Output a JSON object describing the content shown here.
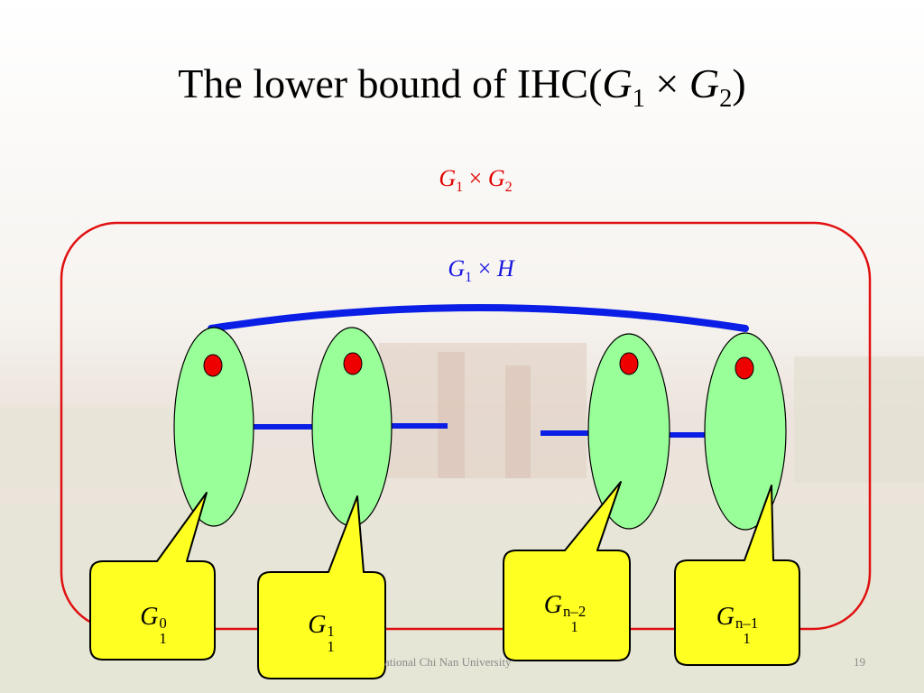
{
  "slide": {
    "title_prefix": "The lower bound of IHC(",
    "title_g1": "G",
    "title_sub1": "1",
    "title_times": " × ",
    "title_g2": "G",
    "title_sub2": "2",
    "title_suffix": ")"
  },
  "labels": {
    "outer": {
      "g": "G",
      "sub1": "1",
      "times": " × ",
      "g2": "G",
      "sub2": "2",
      "color": "#e00000"
    },
    "inner": {
      "g": "G",
      "sub1": "1",
      "times": " × ",
      "h": "H",
      "color": "#1515e0"
    }
  },
  "callouts": [
    {
      "base": "G",
      "sub": "1",
      "sup": "0"
    },
    {
      "base": "G",
      "sub": "1",
      "sup": "1"
    },
    {
      "base": "G",
      "sub": "1",
      "sup": "n–2"
    },
    {
      "base": "G",
      "sub": "1",
      "sup": "n–1"
    }
  ],
  "colors": {
    "ellipse_fill": "#99ff99",
    "node_fill": "#ee0000",
    "edge": "#0a1ee6",
    "outer_box": "#e01010",
    "callout_fill": "#ffff22"
  },
  "footer": {
    "university": "ational Chi Nan University",
    "page": "19"
  }
}
